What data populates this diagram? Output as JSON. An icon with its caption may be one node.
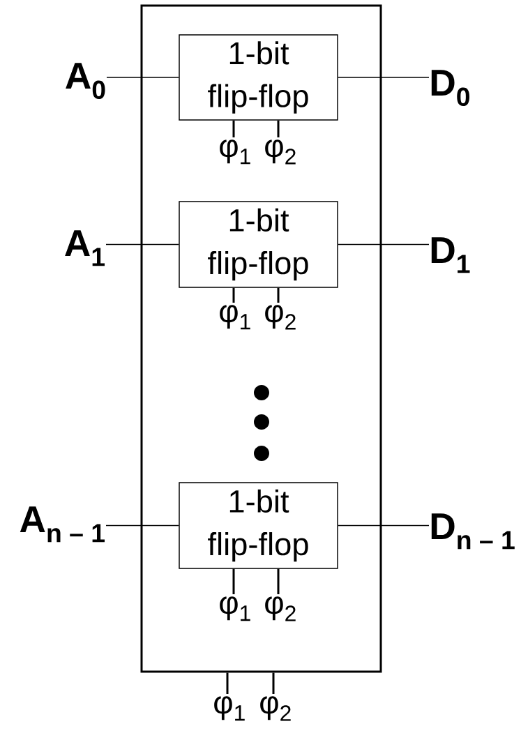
{
  "diagram": {
    "nodes": [
      {
        "text": [],
        "shape": "box"
      },
      {
        "text": [
          "A$_{0}$"
        ]
      },
      {
        "text": [
          "1-bit flip-flop"
        ],
        "in": 0
      },
      {
        "text": [
          "D$_{0}$"
        ]
      },
      {
        "text": [
          "φ$_{1}$"
        ],
        "in": 0
      },
      {
        "text": [
          "φ$_{2}$"
        ],
        "in": 0
      },
      {
        "text": [
          "A$_{1}$"
        ]
      },
      {
        "text": [
          "1-bit flip-flop"
        ],
        "in": 0
      },
      {
        "text": [
          "D$_{1}$"
        ]
      },
      {
        "text": [
          "φ$_{1}$"
        ],
        "in": 0
      },
      {
        "text": [
          "φ$_{2}$"
        ],
        "in": 0
      },
      {
        "text": [
          "A$_{n – 1}$"
        ]
      },
      {
        "text": [
          "1-bit flip-flop"
        ],
        "in": 0
      },
      {
        "text": [
          "D$_{n – 1}$"
        ]
      },
      {
        "text": [
          "φ$_{1}$"
        ],
        "in": 0
      },
      {
        "text": [
          "φ$_{2}$"
        ],
        "in": 0
      },
      {
        "text": [
          "φ$_{1}$"
        ]
      },
      {
        "text": [
          "φ$_{2}$"
        ]
      }
    ],
    "edges": [
      {
        "from": 1,
        "to": 2,
        "arrow": "none"
      },
      {
        "from": 2,
        "to": 3,
        "arrow": "none"
      },
      {
        "from": 2,
        "to": 4,
        "arrow": "none"
      },
      {
        "from": 2,
        "to": 5,
        "arrow": "none"
      },
      {
        "from": 6,
        "to": 7,
        "arrow": "none"
      },
      {
        "from": 7,
        "to": 8,
        "arrow": "none"
      },
      {
        "from": 7,
        "to": 9,
        "arrow": "none"
      },
      {
        "from": 7,
        "to": 10,
        "arrow": "none"
      },
      {
        "from": 11,
        "to": 12,
        "arrow": "none"
      },
      {
        "from": 12,
        "to": 13,
        "arrow": "none"
      },
      {
        "from": 12,
        "to": 14,
        "arrow": "none"
      },
      {
        "from": 12,
        "to": 15,
        "arrow": "none"
      },
      {
        "from": 0,
        "to": 16,
        "arrow": "none"
      },
      {
        "from": 0,
        "to": 17,
        "arrow": "none"
      }
    ]
  }
}
